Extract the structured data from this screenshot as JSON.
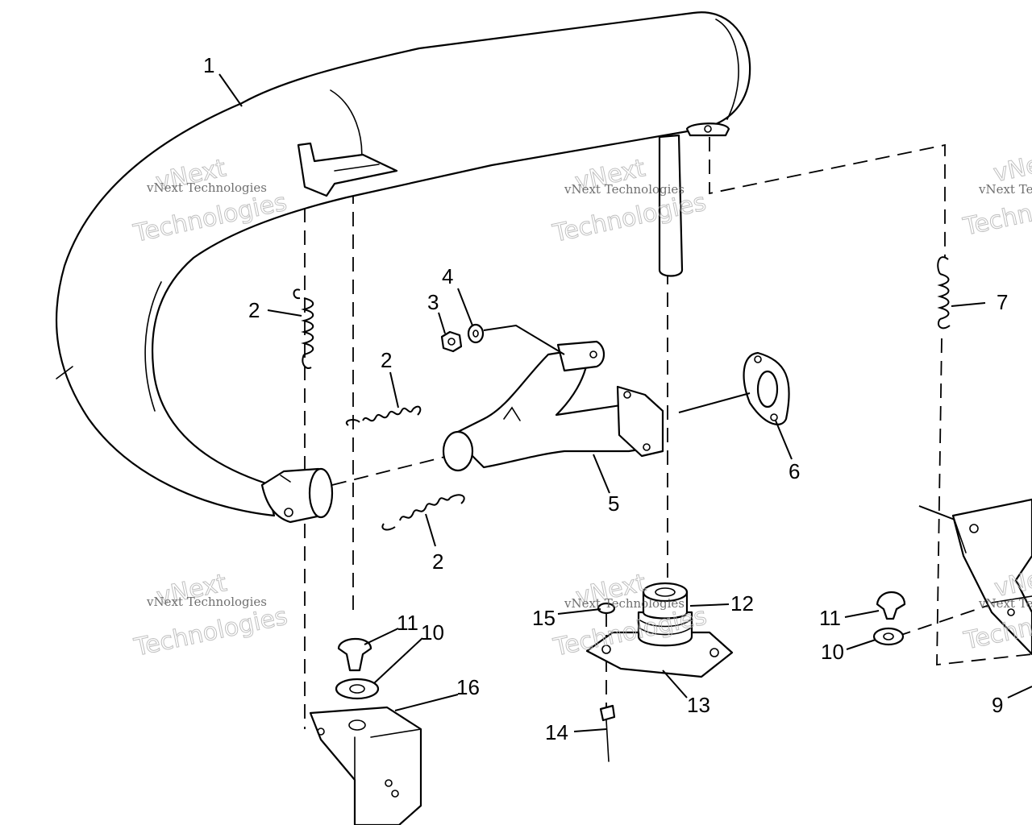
{
  "callouts": [
    {
      "id": "c1",
      "label": "1"
    },
    {
      "id": "c2a",
      "label": "2"
    },
    {
      "id": "c2b",
      "label": "2"
    },
    {
      "id": "c2c",
      "label": "2"
    },
    {
      "id": "c3",
      "label": "3"
    },
    {
      "id": "c4",
      "label": "4"
    },
    {
      "id": "c5",
      "label": "5"
    },
    {
      "id": "c6",
      "label": "6"
    },
    {
      "id": "c7",
      "label": "7"
    },
    {
      "id": "c9",
      "label": "9"
    },
    {
      "id": "c10a",
      "label": "10"
    },
    {
      "id": "c10b",
      "label": "10"
    },
    {
      "id": "c11a",
      "label": "11"
    },
    {
      "id": "c11b",
      "label": "11"
    },
    {
      "id": "c12",
      "label": "12"
    },
    {
      "id": "c13",
      "label": "13"
    },
    {
      "id": "c14",
      "label": "14"
    },
    {
      "id": "c15",
      "label": "15"
    },
    {
      "id": "c16",
      "label": "16"
    }
  ],
  "watermark": {
    "small": "vNext Technologies",
    "big_line1": "vNext",
    "big_line2": "Technologies",
    "small_clipped": "vNext Te",
    "big_clipped_line1": "vNext",
    "big_clipped_line2": "Technolo"
  },
  "colors": {
    "line": "#000000",
    "background": "#ffffff",
    "watermark": "#b5b5b5"
  }
}
